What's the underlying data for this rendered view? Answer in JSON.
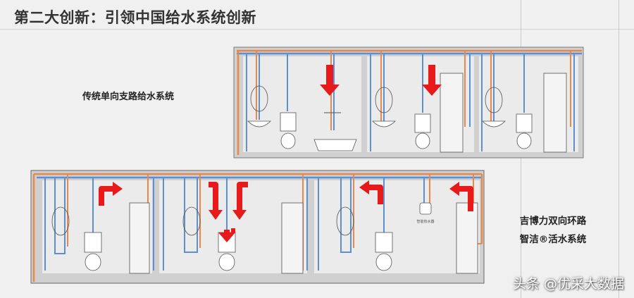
{
  "title": "第二大创新：引领中国给水系统创新",
  "upper_label": "传统单向支路给水系统",
  "lower_label_line1": "吉博力双向环路",
  "lower_label_line2": "智洁®活水系统",
  "heater_label": "智能热水器",
  "watermark": "头条 @优采大数据",
  "colors": {
    "hot_pipe": "#e8884a",
    "cold_pipe": "#5b8fd6",
    "arrow": "#e8191b",
    "wall": "#d9d9d9",
    "room_bg": "#ececec"
  }
}
